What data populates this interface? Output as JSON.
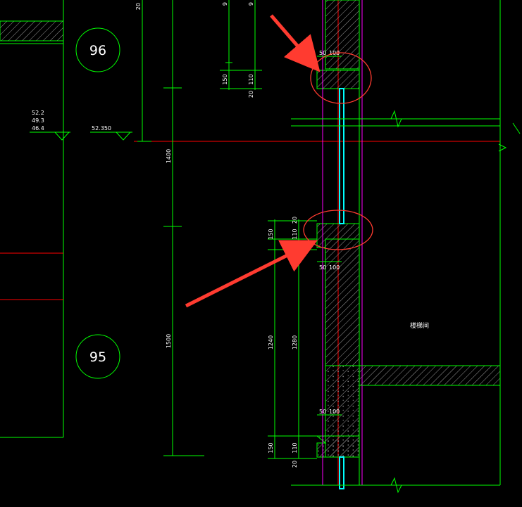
{
  "colors": {
    "background": "#000000",
    "line": "#00ff00",
    "red_line": "#ff0000",
    "magenta_line": "#ff00ff",
    "glass": "#00ffff",
    "arrow": "#ff3b30",
    "text": "#ffffff"
  },
  "axes": {
    "top": "96",
    "bottom": "95"
  },
  "elevation_labels": {
    "a": "52.2",
    "b": "49.3",
    "c": "46.4",
    "level": "52.350"
  },
  "dims": {
    "top_frag": "20",
    "tf1": "9",
    "tf2": "9",
    "d150a": "150",
    "d110a": "110",
    "d20a": "20",
    "big1400": "1400",
    "big1500": "1500",
    "m150": "150",
    "m110": "110",
    "m20": "20",
    "d1240": "1240",
    "d1280": "1280",
    "b150": "150",
    "b110": "110",
    "b20": "20",
    "s50a": "50",
    "s100a": "100",
    "s50b": "50",
    "s100b": "100",
    "s50c": "50",
    "s100c": "100"
  },
  "room_label": "楼梯间"
}
